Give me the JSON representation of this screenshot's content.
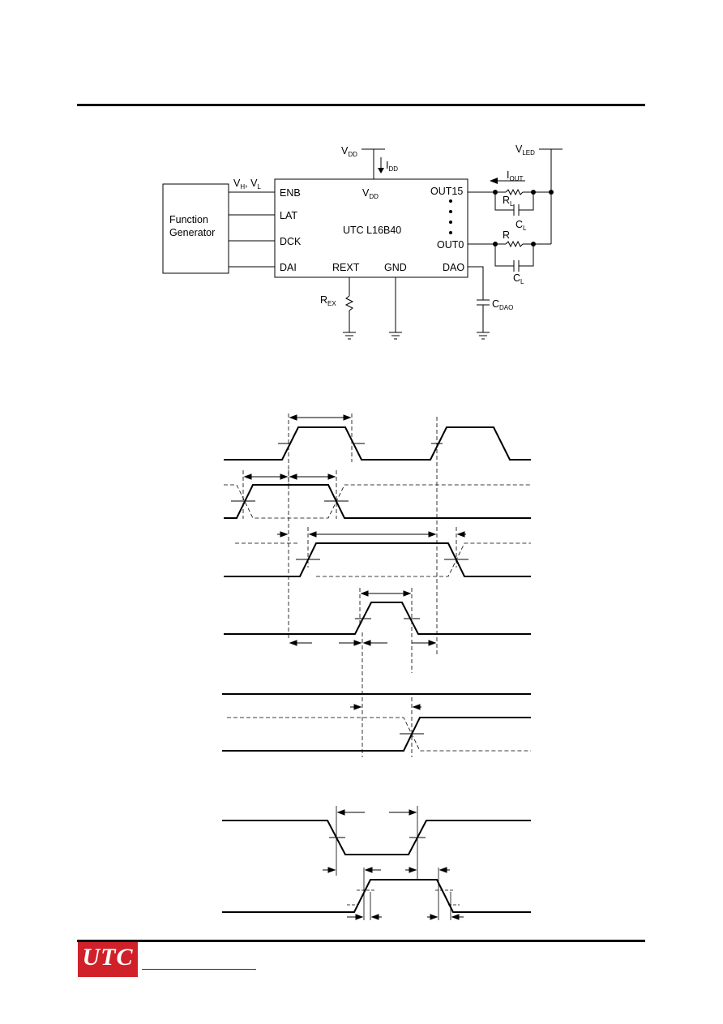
{
  "circuit": {
    "function_generator": [
      "Function",
      "Generator"
    ],
    "chip_name": "UTC L16B40",
    "vdd": "V",
    "vdd_sub": "DD",
    "vdd_inner": "V",
    "vdd_inner_sub": "DD",
    "idd": "I",
    "idd_sub": "DD",
    "vhvl": "V",
    "vhvl_sub1": "H",
    "vhvl_mid": ", V",
    "vhvl_sub2": "L",
    "pins_left": [
      "ENB",
      "LAT",
      "DCK",
      "DAI"
    ],
    "pins_bottom": [
      "REXT",
      "GND",
      "DAO"
    ],
    "out15": "OUT15",
    "out0": "OUT0",
    "vled": "V",
    "vled_sub": "LED",
    "iout": "I",
    "iout_sub": "OUT",
    "rl": "R",
    "rl_sub": "L",
    "cl": "C",
    "cl_sub": "L",
    "rl2": "R",
    "cl2": "C",
    "cl2_sub": "L",
    "rex": "R",
    "rex_sub": "EX",
    "cdao": "C",
    "cdao_sub": "DAO"
  },
  "footer": {
    "logo_text": "UTC"
  }
}
